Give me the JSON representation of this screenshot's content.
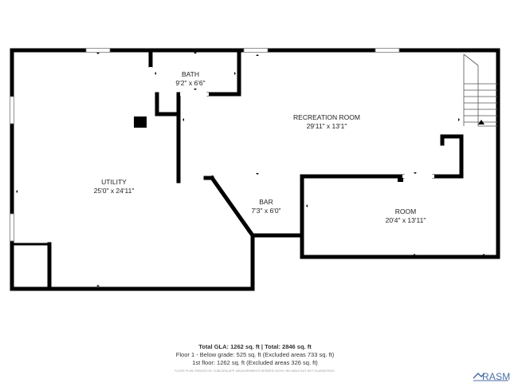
{
  "rooms": {
    "bath": {
      "name": "BATH",
      "dims": "9'2\" x 6'6\""
    },
    "recreation": {
      "name": "RECREATION ROOM",
      "dims": "29'11\" x 13'1\""
    },
    "utility": {
      "name": "UTILITY",
      "dims": "25'0\" x 24'11\""
    },
    "bar": {
      "name": "BAR",
      "dims": "7'3\" x 6'0\""
    },
    "room": {
      "name": "ROOM",
      "dims": "20'4\" x 13'11\""
    }
  },
  "summary": {
    "gla_line": "Total GLA: 1262 sq. ft | Total: 2846 sq. ft",
    "floor1_line": "Floor 1 - Below grade: 525 sq. ft (Excluded areas 733 sq. ft)",
    "floor1st_line": "1st floor: 1262 sq. ft (Excluded areas 326 sq. ft)",
    "disclaimer": "FLOOR PLAN CREATED BY CUBICASA APP. MEASUREMENTS DEEMED HIGHLY RELIABLE BUT NOT GUARANTEED."
  },
  "logo": {
    "text": "RASM",
    "color": "#4a6fa5"
  }
}
